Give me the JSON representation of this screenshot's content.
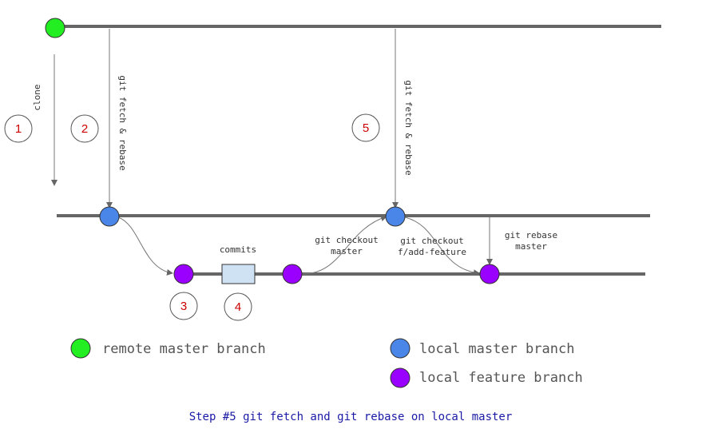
{
  "diagram": {
    "labels": {
      "clone": "clone",
      "fetch_rebase_1": "git fetch & rebase",
      "fetch_rebase_2": "git fetch & rebase",
      "commits": "commits",
      "checkout_master_1": "git checkout",
      "checkout_master_2": "master",
      "checkout_feature_1": "git checkout",
      "checkout_feature_2": "f/add-feature",
      "rebase_master_1": "git rebase",
      "rebase_master_2": "master"
    },
    "steps": [
      "1",
      "2",
      "3",
      "4",
      "5"
    ]
  },
  "legend": {
    "remote": {
      "label": "remote master branch",
      "color": "#22ee22"
    },
    "local_master": {
      "label": "local master branch",
      "color": "#4a86e8"
    },
    "local_feature": {
      "label": "local feature branch",
      "color": "#9900ff"
    }
  },
  "caption": "Step #5 git fetch and git rebase on local master"
}
